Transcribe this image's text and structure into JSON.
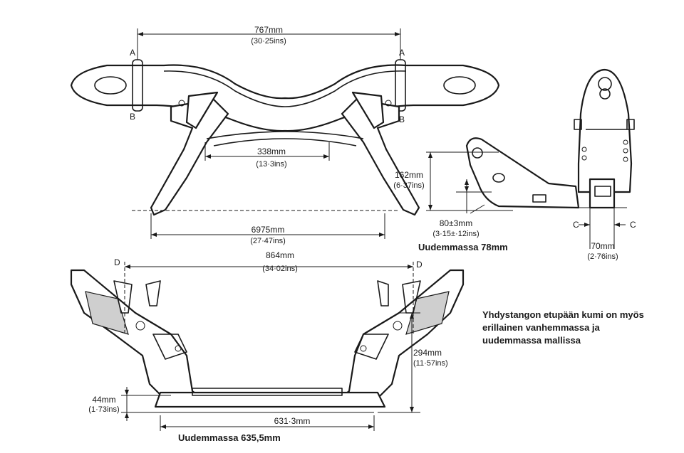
{
  "top_view": {
    "width_top": {
      "mm": "767mm",
      "ins": "(30·25ins)"
    },
    "inner_width": {
      "mm": "338mm",
      "ins": "(13·3ins)"
    },
    "base_width": {
      "mm": "6975mm",
      "ins": "(27·47ins)"
    },
    "labels": {
      "a_left": "A",
      "a_right": "A",
      "b_left": "B",
      "b_right": "B"
    }
  },
  "side_view": {
    "height": {
      "mm": "162mm",
      "ins": "(6·37ins)"
    },
    "offset": {
      "mm": "80±3mm",
      "ins": "(3·15±·12ins)"
    },
    "offset_note": "Uudemmassa 78mm",
    "width": {
      "mm": "70mm",
      "ins": "(2·76ins)"
    },
    "labels": {
      "c_left": "C",
      "c_right": "C"
    }
  },
  "bottom_view": {
    "width_top": {
      "mm": "864mm",
      "ins": "(34·02ins)"
    },
    "height_right": {
      "mm": "294mm",
      "ins": "(11·57ins)"
    },
    "height_left": {
      "mm": "44mm",
      "ins": "(1·73ins)"
    },
    "base_width": {
      "mm": "631·3mm"
    },
    "base_note": "Uudemmassa 635,5mm",
    "labels": {
      "d_left": "D",
      "d_right": "D"
    }
  },
  "note": {
    "line1": "Yhdystangon etupään kumi on myös",
    "line2": "erillainen vanhemmassa ja",
    "line3": "uudemmassa mallissa"
  }
}
